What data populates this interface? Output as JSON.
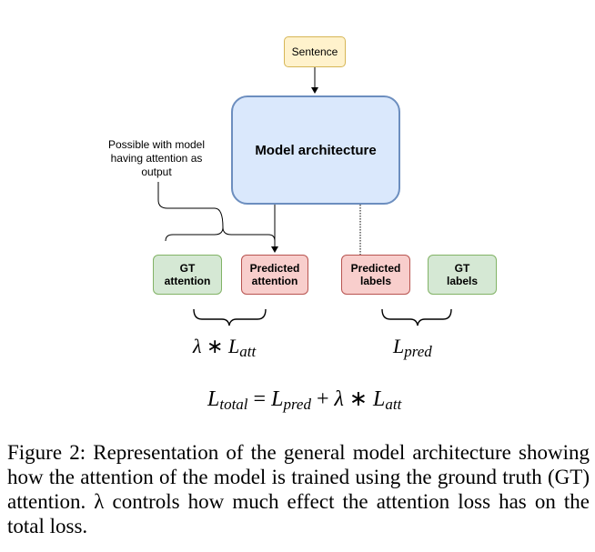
{
  "diagram": {
    "input": "Sentence",
    "model": "Model architecture",
    "note": "Possible with model having attention as output",
    "outputs": {
      "gt_attention": "GT attention",
      "predicted_attention": "Predicted attention",
      "predicted_labels": "Predicted labels",
      "gt_labels": "GT labels"
    },
    "colors": {
      "input_fill": "#fff2cc",
      "input_border": "#d6b656",
      "model_fill": "#dae8fc",
      "model_border": "#6c8ebf",
      "gt_fill": "#d5e8d4",
      "gt_border": "#82b366",
      "pred_fill": "#f8cecc",
      "pred_border": "#b85450"
    }
  },
  "equations": {
    "loss_att": {
      "lambda": "λ",
      "op": "∗",
      "L": "L",
      "sub": "att"
    },
    "loss_pred": {
      "L": "L",
      "sub": "pred"
    },
    "loss_total": {
      "L_total": "L",
      "sub_total": "total",
      "eq": "=",
      "L_pred": "L",
      "sub_pred": "pred",
      "plus": "+",
      "lambda": "λ",
      "op": "∗",
      "L_att": "L",
      "sub_att": "att"
    }
  },
  "caption": "Figure 2: Representation of the general model architecture showing how the attention of the model is trained using the ground truth (GT) attention. λ controls how much effect the attention loss has on the total loss."
}
